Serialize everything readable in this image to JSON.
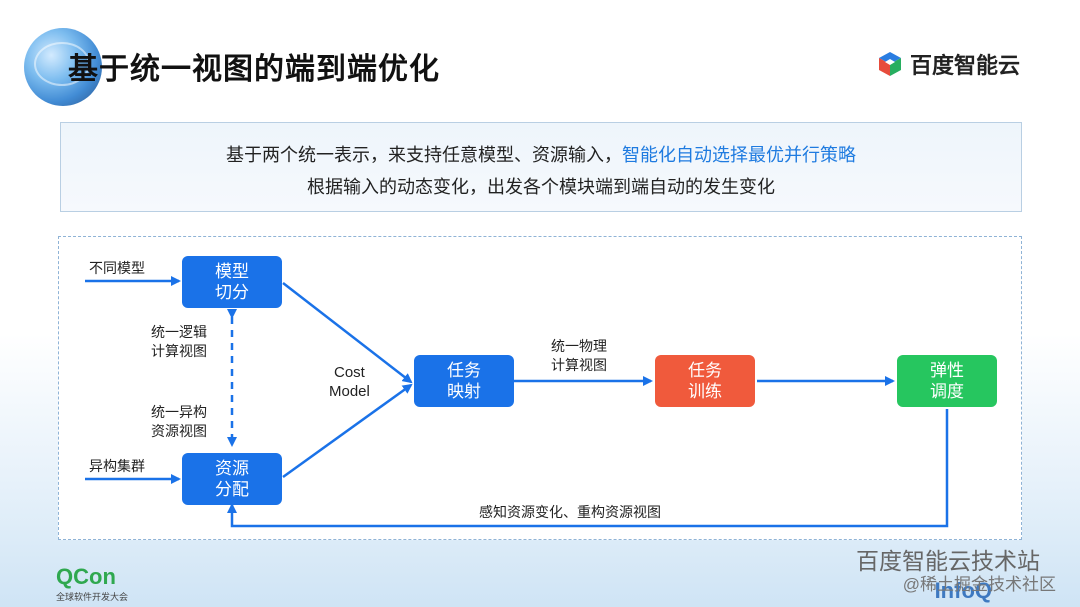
{
  "header": {
    "title": "基于统一视图的端到端优化",
    "brand": "百度智能云"
  },
  "summary": {
    "line1_prefix": "基于两个统一表示，来支持任意模型、资源输入，",
    "line1_highlight": "智能化自动选择最优并行策略",
    "line2": "根据输入的动态变化，出发各个模块端到端自动的发生变化"
  },
  "diagram": {
    "nodes": {
      "model_split": "模型\n切分",
      "resource_alloc": "资源\n分配",
      "task_mapping": "任务\n映射",
      "task_training": "任务\n训练",
      "elastic_scheduling": "弹性\n调度"
    },
    "labels": {
      "diff_models": "不同模型",
      "hetero_cluster": "异构集群",
      "unified_logical": "统一逻辑\n计算视图",
      "unified_hetero": "统一异构\n资源视图",
      "cost_model": "Cost\nModel",
      "unified_physical": "统一物理\n计算视图",
      "feedback": "感知资源变化、重构资源视图"
    }
  },
  "footer": {
    "qcon": "QCon",
    "qcon_sub": "全球软件开发大会",
    "watermark": "百度智能云技术站",
    "watermark2": "@稀土掘金技术社区",
    "infoq": "InfoQ"
  },
  "colors": {
    "node_blue": "#1a72e8",
    "node_red": "#f05a3c",
    "node_green": "#26c65f",
    "highlight": "#1f7be0"
  }
}
